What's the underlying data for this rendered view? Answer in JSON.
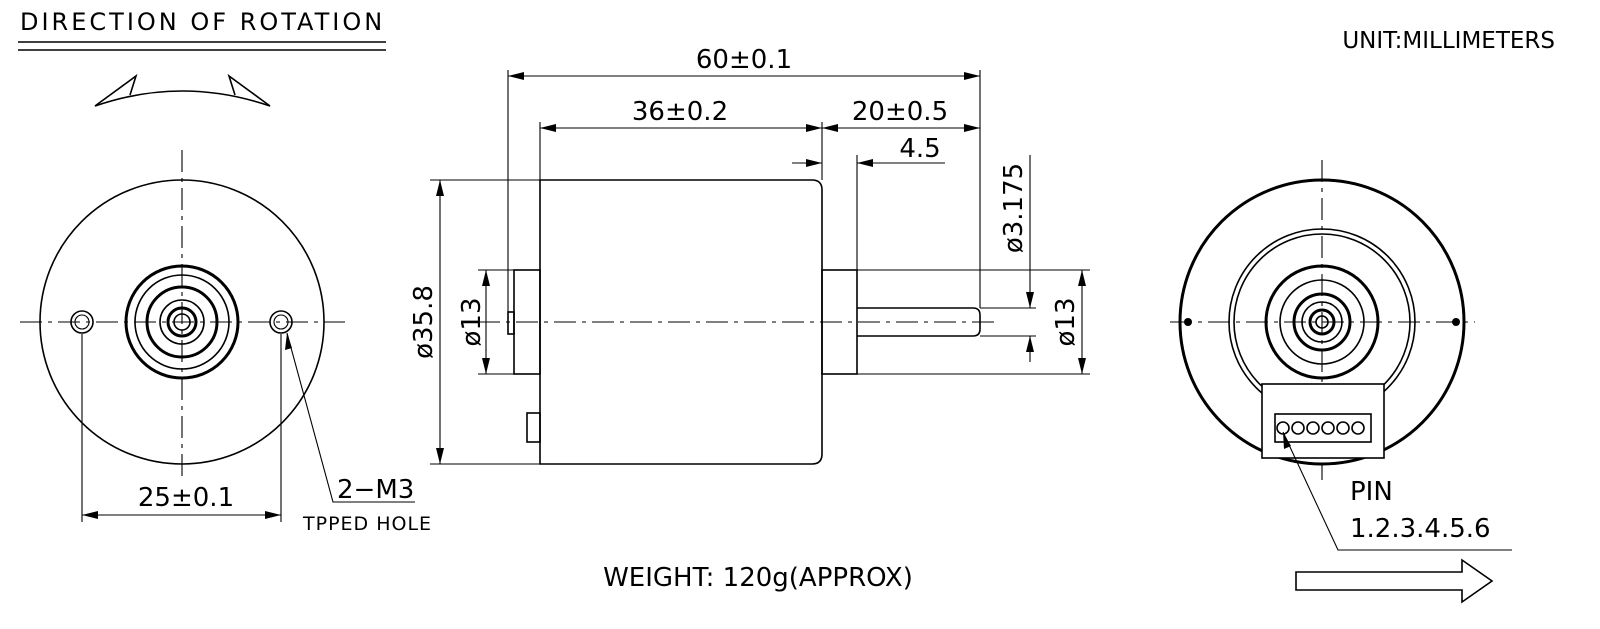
{
  "labels": {
    "direction_title": "DIRECTION OF ROTATION",
    "unit": "UNIT:MILLIMETERS",
    "weight": "WEIGHT:  120g(APPROX)",
    "pin_title": "PIN",
    "pin_numbers": "1.2.3.4.5.6"
  },
  "front_view": {
    "hole_spacing": "25±0.1",
    "hole_callout": "2−M3",
    "hole_callout_sub": "TPPED HOLE"
  },
  "side_view": {
    "overall_length": "60±0.1",
    "body_length": "36±0.2",
    "shaft_length": "20±0.5",
    "step_length": "4.5",
    "shaft_diameter": "ø3.175",
    "body_diameter": "ø35.8",
    "rear_boss_diameter": "ø13",
    "front_boss_diameter": "ø13"
  }
}
